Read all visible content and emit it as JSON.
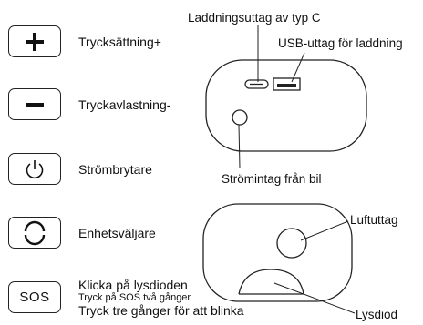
{
  "buttons": [
    {
      "id": "plus",
      "icon": "plus-icon",
      "label": "Trycksättning+"
    },
    {
      "id": "minus",
      "icon": "minus-icon",
      "label": "Tryckavlastning-"
    },
    {
      "id": "power",
      "icon": "power-icon",
      "label": "Strömbrytare"
    },
    {
      "id": "unit",
      "icon": "unit-cycle-icon",
      "label": "Enhetsväljare"
    },
    {
      "id": "sos",
      "icon_text": "SOS",
      "label_lines": [
        "Klicka på lysdioden",
        "Tryck på SOS två gånger",
        "Tryck tre gånger för att blinka"
      ]
    }
  ],
  "device_top": {
    "callouts": {
      "usb_c": "Laddningsuttag av typ C",
      "usb": "USB-uttag för laddning",
      "car": "Strömintag från bil"
    }
  },
  "device_front": {
    "callouts": {
      "air": "Luftuttag",
      "led": "Lysdiod"
    }
  },
  "colors": {
    "stroke": "#222222",
    "text": "#111111",
    "background": "#ffffff"
  }
}
